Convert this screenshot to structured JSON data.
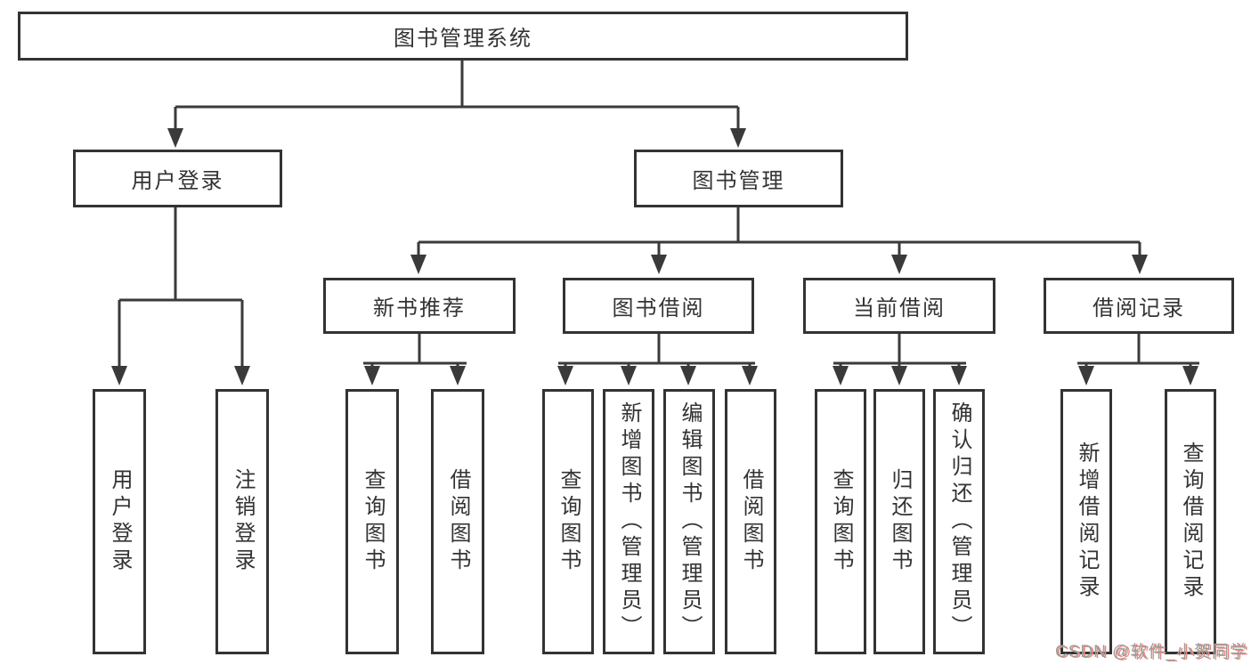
{
  "nodes": {
    "root": {
      "label": "图书管理系统"
    },
    "user_login": {
      "label": "用户登录"
    },
    "book_management": {
      "label": "图书管理"
    },
    "new_book_recommend": {
      "label": "新书推荐"
    },
    "book_borrowing": {
      "label": "图书借阅"
    },
    "current_borrowing": {
      "label": "当前借阅"
    },
    "borrow_records": {
      "label": "借阅记录"
    },
    "leaves": {
      "user_login": {
        "label": "用户登录"
      },
      "logout": {
        "label": "注销登录"
      },
      "query_books_1": {
        "label": "查询图书"
      },
      "borrow_books_1": {
        "label": "借阅图书"
      },
      "query_books_2": {
        "label": "查询图书"
      },
      "add_books_admin": {
        "label": "新增图书（管理员）"
      },
      "edit_books_admin": {
        "label": "编辑图书（管理员）"
      },
      "borrow_books_2": {
        "label": "借阅图书"
      },
      "query_books_3": {
        "label": "查询图书"
      },
      "return_books": {
        "label": "归还图书"
      },
      "confirm_return_admin": {
        "label": "确认归还（管理员）"
      },
      "add_borrow_record": {
        "label": "新增借阅记录"
      },
      "query_borrow_record": {
        "label": "查询借阅记录"
      }
    }
  },
  "watermark": {
    "text": "CSDN @软件_小贺同学"
  },
  "colors": {
    "background": "#ffffff",
    "line": "#3a3a3a",
    "box_border": "#333333",
    "text": "#333333",
    "watermark_text": "#9c9c9c",
    "watermark_shadow": "#e98a7e"
  }
}
